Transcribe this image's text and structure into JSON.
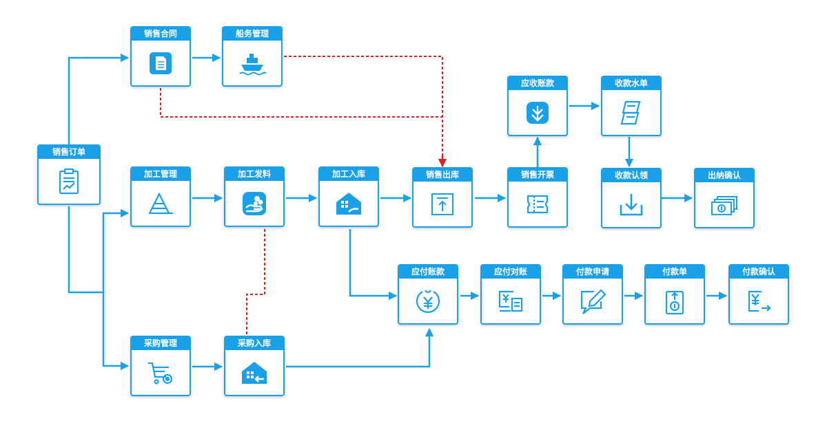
{
  "colors": {
    "primary": "#1aa0e6",
    "dashed": "#e02020",
    "arrow_red": "#e02020"
  },
  "nodes": {
    "sales_order": {
      "label": "销售订单",
      "icon": "clipboard-chart-icon"
    },
    "sales_contract": {
      "label": "销售合同",
      "icon": "document-icon"
    },
    "shipping": {
      "label": "船务管理",
      "icon": "ship-icon"
    },
    "process_mgmt": {
      "label": "加工管理",
      "icon": "pyramid-chart-icon"
    },
    "process_issue": {
      "label": "加工发料",
      "icon": "hand-coins-icon"
    },
    "process_stock_in": {
      "label": "加工入库",
      "icon": "warehouse-icon"
    },
    "sales_out": {
      "label": "销售出库",
      "icon": "upload-box-icon"
    },
    "sales_invoice": {
      "label": "销售开票",
      "icon": "ticket-icon"
    },
    "receivable": {
      "label": "应收账款",
      "icon": "yen-download-icon"
    },
    "receipt_flow": {
      "label": "收款水单",
      "icon": "receipt-slips-icon"
    },
    "receipt_confirm": {
      "label": "收款认领",
      "icon": "download-tray-icon"
    },
    "cashier_confirm": {
      "label": "出纳确认",
      "icon": "cash-stack-icon"
    },
    "payable": {
      "label": "应付账款",
      "icon": "yen-circle-icon"
    },
    "payable_reconcile": {
      "label": "应付对账",
      "icon": "yen-monitor-icon"
    },
    "payment_request": {
      "label": "付款申请",
      "icon": "edit-message-icon"
    },
    "payment_slip": {
      "label": "付款单",
      "icon": "money-clipboard-icon"
    },
    "payment_confirm": {
      "label": "付款确认",
      "icon": "yen-arrow-icon"
    },
    "purchase_mgmt": {
      "label": "采购管理",
      "icon": "shopping-cart-icon"
    },
    "purchase_stock_in": {
      "label": "采购入库",
      "icon": "warehouse-in-icon"
    }
  }
}
